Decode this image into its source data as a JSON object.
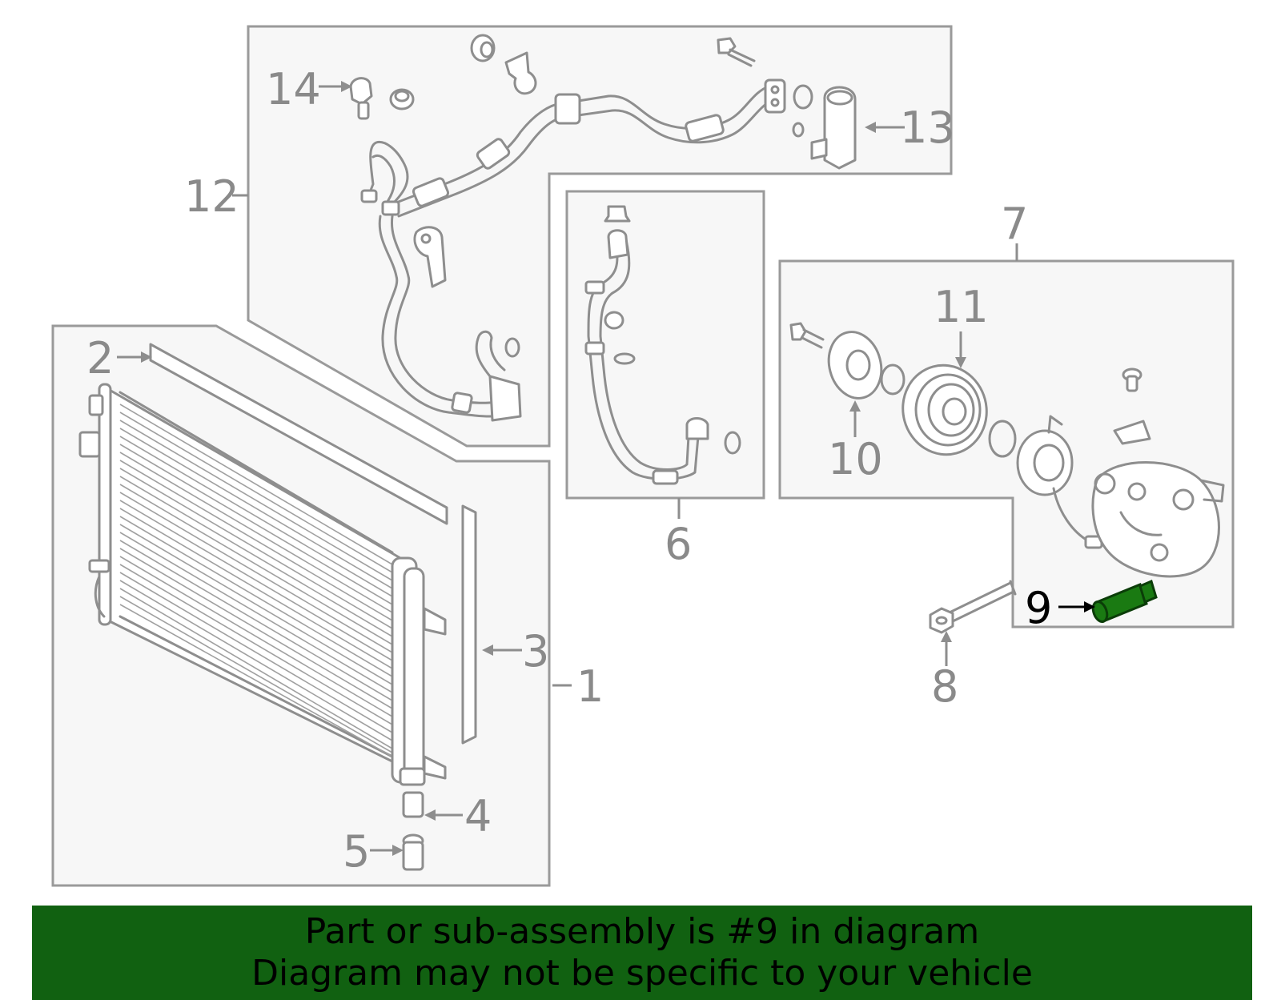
{
  "callouts": {
    "c1": "1",
    "c2": "2",
    "c3": "3",
    "c4": "4",
    "c5": "5",
    "c6": "6",
    "c7": "7",
    "c8": "8",
    "c9": "9",
    "c10": "10",
    "c11": "11",
    "c12": "12",
    "c13": "13",
    "c14": "14"
  },
  "highlighted_part": "9",
  "colors": {
    "banner": "#116111",
    "highlight": "#1a7a12",
    "line_art": "#8e8e8e",
    "box_fill": "#f7f7f7"
  },
  "banner": {
    "line1": "Part or sub-assembly is #9 in diagram",
    "line2": "Diagram may not be specific to your vehicle"
  }
}
